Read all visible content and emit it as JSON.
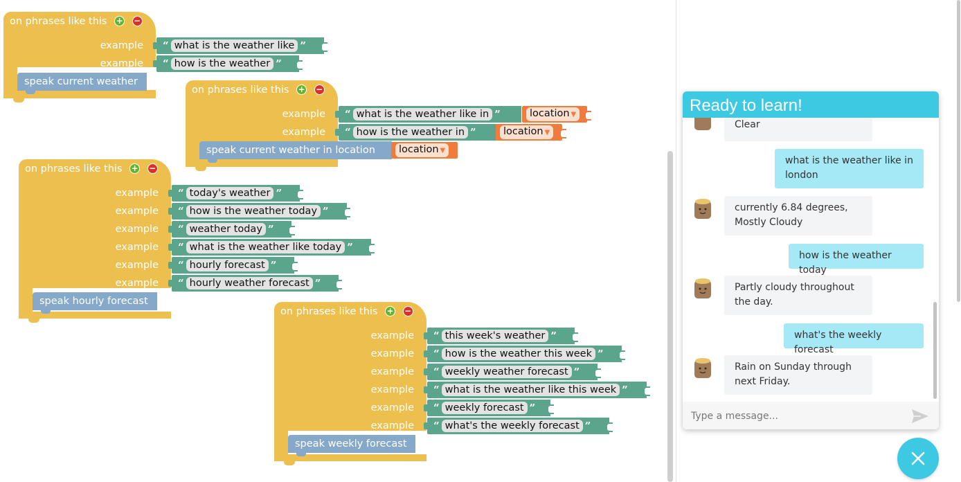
{
  "colors": {
    "event_block": "#ecbf4e",
    "text_block": "#5ba58c",
    "variable_block": "#f07b3c",
    "action_block": "#86a9c9",
    "chat_accent": "#3ec9e3",
    "user_bubble": "#a4e9f5",
    "bot_bubble": "#f3f4f6"
  },
  "icons": {
    "add": "plus-circle-icon",
    "remove": "minus-circle-icon",
    "send": "send-icon",
    "close": "close-icon",
    "avatar": "robot-avatar-icon"
  },
  "blocks": {
    "hat_label": "on phrases like this",
    "example_label": "example",
    "b1": {
      "phrases": [
        "what is the weather like",
        "how is the weather"
      ],
      "action": "speak current weather"
    },
    "b2": {
      "phrases": [
        "what is the weather like in",
        "how is the weather in"
      ],
      "variable": "location",
      "action": "speak current weather in location",
      "action_variable": "location"
    },
    "b3": {
      "phrases": [
        "today's weather",
        "how is the weather today",
        "weather today",
        "what is the weather like today",
        "hourly forecast",
        "hourly weather forecast"
      ],
      "action": "speak hourly forecast"
    },
    "b4": {
      "phrases": [
        "this week's weather",
        "how is the weather this week",
        "weekly weather forecast",
        "what is the weather like this week",
        "weekly forecast",
        "what's the weekly forecast"
      ],
      "action": "speak weekly forecast"
    }
  },
  "chat": {
    "title": "Ready to learn!",
    "messages": [
      {
        "from": "bot",
        "text": "Clear"
      },
      {
        "from": "user",
        "text": "what is the weather like in london"
      },
      {
        "from": "bot",
        "text": "currently 6.84 degrees, Mostly Cloudy"
      },
      {
        "from": "user",
        "text": "how is the weather today"
      },
      {
        "from": "bot",
        "text": "Partly cloudy throughout the day."
      },
      {
        "from": "user",
        "text": "what's the weekly forecast"
      },
      {
        "from": "bot",
        "text": "Rain on Sunday through next Friday."
      }
    ],
    "input_placeholder": "Type a message..."
  }
}
